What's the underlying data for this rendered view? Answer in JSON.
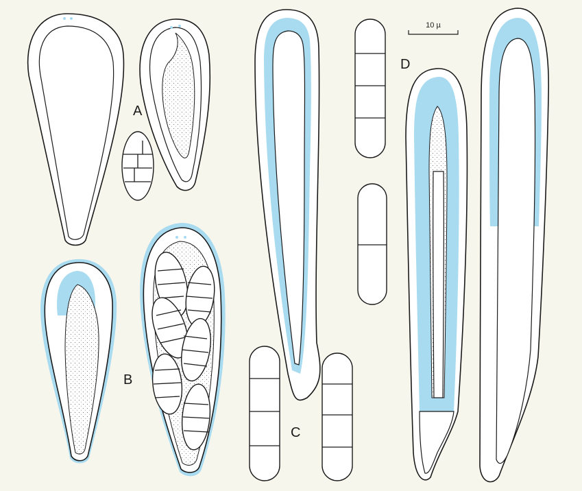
{
  "figure": {
    "panel_labels": {
      "a": "A",
      "b": "B",
      "c": "C",
      "d": "D"
    },
    "scale_bar": {
      "label": "10 µ",
      "length_microns": 10
    },
    "colors": {
      "background": "#f7f6ec",
      "stain_blue": "#a9dbf0",
      "ink": "#1a1a1a",
      "fill": "#ffffff"
    }
  }
}
